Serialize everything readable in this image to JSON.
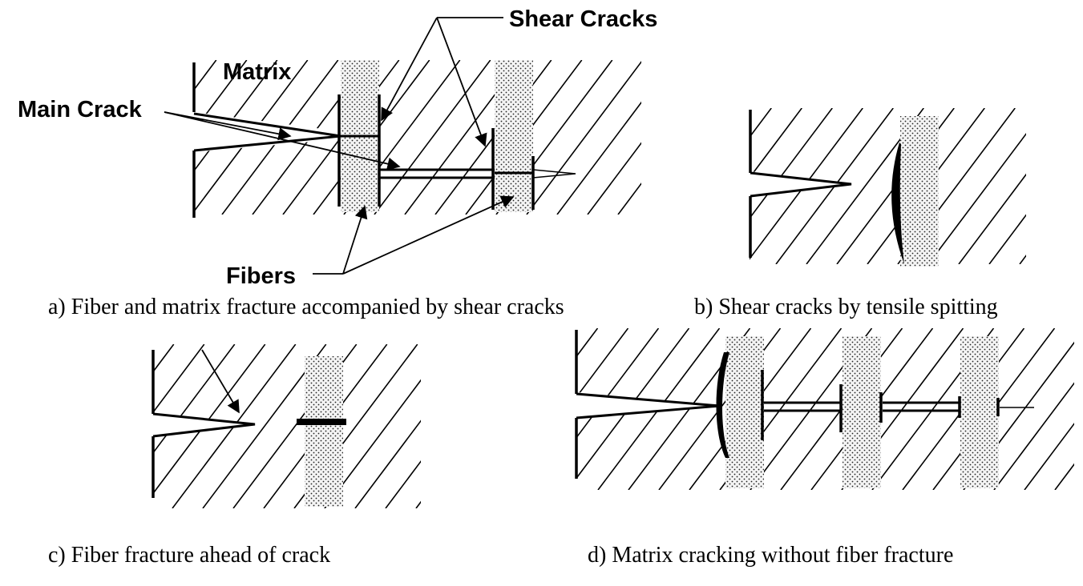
{
  "labels": {
    "shear_cracks": "Shear Cracks",
    "matrix": "Matrix",
    "main_crack": "Main Crack",
    "fibers": "Fibers"
  },
  "captions": {
    "a": "a) Fiber and matrix fracture accompanied by shear cracks",
    "b": "b) Shear cracks by tensile spitting",
    "c": "c) Fiber fracture ahead of crack",
    "d": "d) Matrix cracking without fiber fracture"
  },
  "colors": {
    "ink": "#000000",
    "fiber_fill": "#f2f2f2",
    "background": "#ffffff"
  }
}
